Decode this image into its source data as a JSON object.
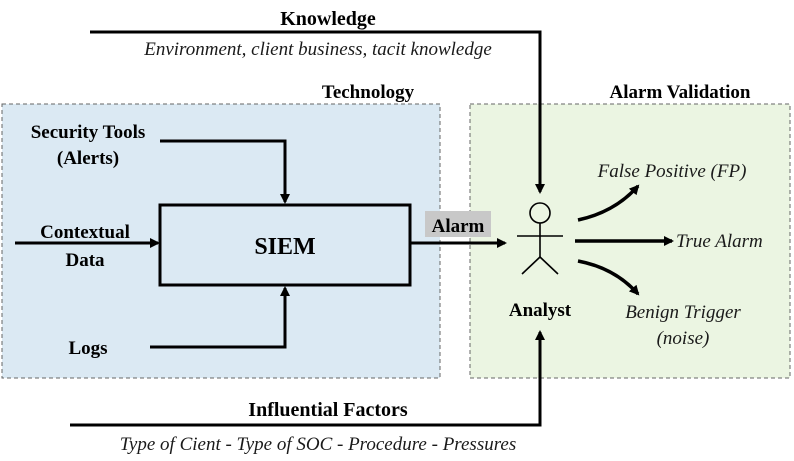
{
  "knowledge": {
    "title": "Knowledge",
    "subtitle": "Environment, client business, tacit knowledge"
  },
  "technology": {
    "title": "Technology",
    "inputs": {
      "security_tools_line1": "Security Tools",
      "security_tools_line2": "(Alerts)",
      "contextual_line1": "Contextual",
      "contextual_line2": "Data",
      "logs": "Logs"
    },
    "siem_label": "SIEM"
  },
  "alarm_label": "Alarm",
  "alarm_validation": {
    "title": "Alarm Validation",
    "analyst_label": "Analyst",
    "outcomes": {
      "false_positive": "False Positive (FP)",
      "true_alarm": "True Alarm",
      "benign_line1": "Benign Trigger",
      "benign_line2": "(noise)"
    }
  },
  "influential_factors": {
    "title": "Influential Factors",
    "subtitle": "Type of Cient - Type of SOC - Procedure - Pressures"
  },
  "colors": {
    "technology_bg": "#dbe9f3",
    "validation_bg": "#ebf5e2",
    "alarm_label_bg": "#c8c8c8",
    "stroke": "#000000"
  }
}
